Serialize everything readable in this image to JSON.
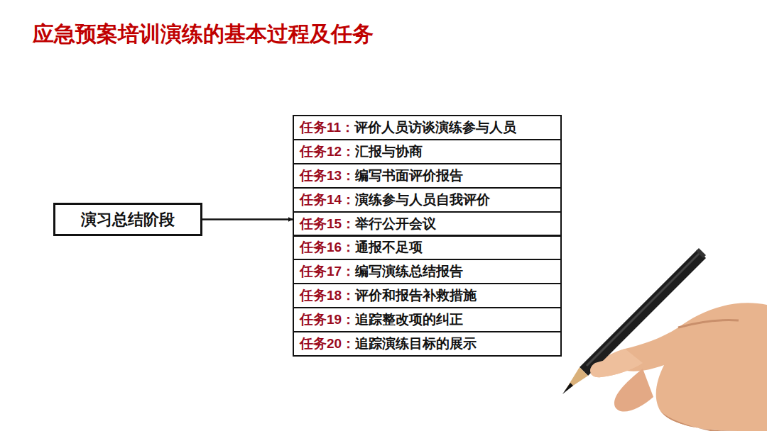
{
  "diagram": {
    "title": "应急预案培训演练的基本过程及任务",
    "nodes": [
      {
        "text": [
          "演习总结阶段"
        ]
      },
      {
        "text": [
          "任务11：",
          "评价人员访谈演练参与人员"
        ]
      },
      {
        "text": [
          "任务12：",
          "汇报与协商"
        ]
      },
      {
        "text": [
          "任务13：",
          "编写书面评价报告"
        ]
      },
      {
        "text": [
          "任务14：",
          "演练参与人员自我评价"
        ]
      },
      {
        "text": [
          "任务15：",
          "举行公开会议"
        ]
      },
      {
        "text": [
          "任务16：",
          "通报不足项"
        ]
      },
      {
        "text": [
          "任务17：",
          "编写演练总结报告"
        ]
      },
      {
        "text": [
          "任务18：",
          "评价和报告补救措施"
        ]
      },
      {
        "text": [
          "任务19：",
          "追踪整改项的纠正"
        ]
      },
      {
        "text": [
          "任务20：",
          "追踪演练目标的展示"
        ]
      }
    ],
    "edges": [
      {
        "from": 0,
        "to": 5,
        "arrow": "to"
      }
    ]
  }
}
